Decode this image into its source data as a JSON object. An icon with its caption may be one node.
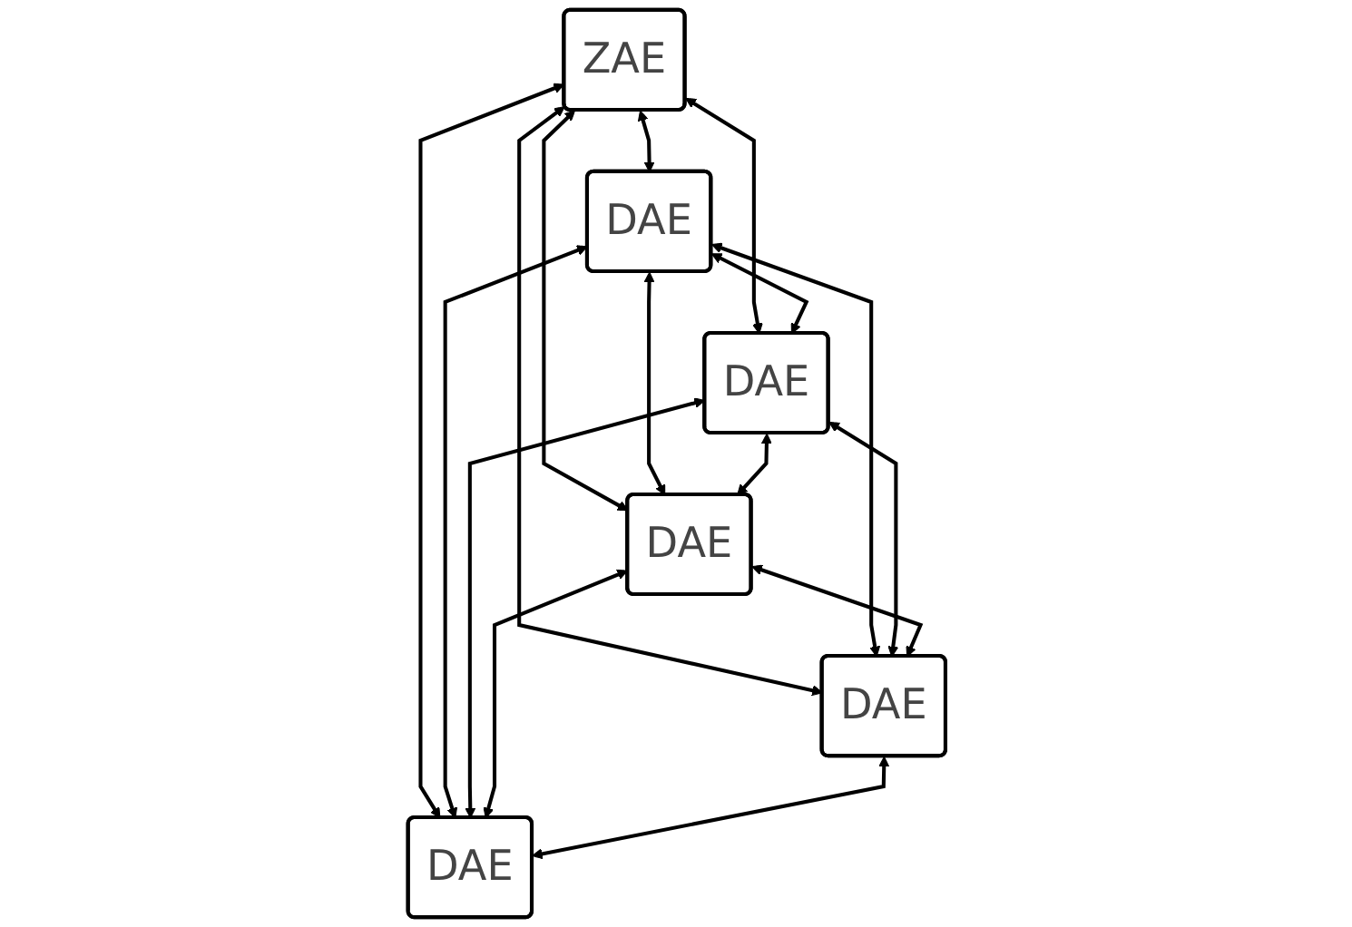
{
  "diagram": {
    "nodes": [
      {
        "text": [
          "ZAE"
        ]
      },
      {
        "text": [
          "DAE"
        ]
      },
      {
        "text": [
          "DAE"
        ]
      },
      {
        "text": [
          "DAE"
        ]
      },
      {
        "text": [
          "DAE"
        ]
      },
      {
        "text": [
          "DAE"
        ]
      }
    ],
    "edges": [
      {
        "from": 0,
        "to": 1,
        "arrow": "both"
      },
      {
        "from": 0,
        "to": 2,
        "arrow": "both"
      },
      {
        "from": 0,
        "to": 3,
        "arrow": "both"
      },
      {
        "from": 0,
        "to": 4,
        "arrow": "both"
      },
      {
        "from": 0,
        "to": 5,
        "arrow": "both"
      },
      {
        "from": 1,
        "to": 2,
        "arrow": "both"
      },
      {
        "from": 1,
        "to": 3,
        "arrow": "both"
      },
      {
        "from": 1,
        "to": 4,
        "arrow": "both"
      },
      {
        "from": 1,
        "to": 5,
        "arrow": "both"
      },
      {
        "from": 2,
        "to": 3,
        "arrow": "both"
      },
      {
        "from": 2,
        "to": 4,
        "arrow": "both"
      },
      {
        "from": 2,
        "to": 5,
        "arrow": "both"
      },
      {
        "from": 3,
        "to": 4,
        "arrow": "both"
      },
      {
        "from": 3,
        "to": 5,
        "arrow": "both"
      },
      {
        "from": 4,
        "to": 5,
        "arrow": "both"
      }
    ]
  }
}
